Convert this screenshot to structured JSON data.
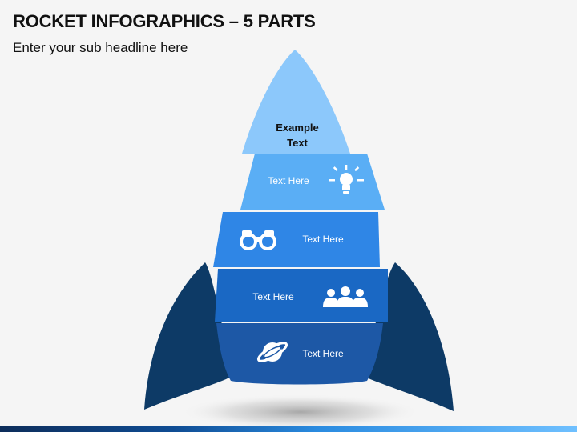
{
  "slide": {
    "title": "ROCKET INFOGRAPHICS – 5 PARTS",
    "subtitle": "Enter your sub headline here"
  },
  "rocket": {
    "nose_label_line1": "Example",
    "nose_label_line2": "Text",
    "stages": [
      {
        "label": "Text Here",
        "icon": "lightbulb-icon",
        "color": "#5aaef5"
      },
      {
        "label": "Text Here",
        "icon": "binoculars-icon",
        "color": "#2f86e6"
      },
      {
        "label": "Text Here",
        "icon": "team-icon",
        "color": "#1a68c4"
      },
      {
        "label": "Text Here",
        "icon": "planet-icon",
        "color": "#1d58a6"
      }
    ],
    "colors": {
      "nose": "#8cc8fb",
      "fins": "#0d3a66",
      "stage_text": "#ffffff",
      "nose_text": "#111111"
    }
  }
}
